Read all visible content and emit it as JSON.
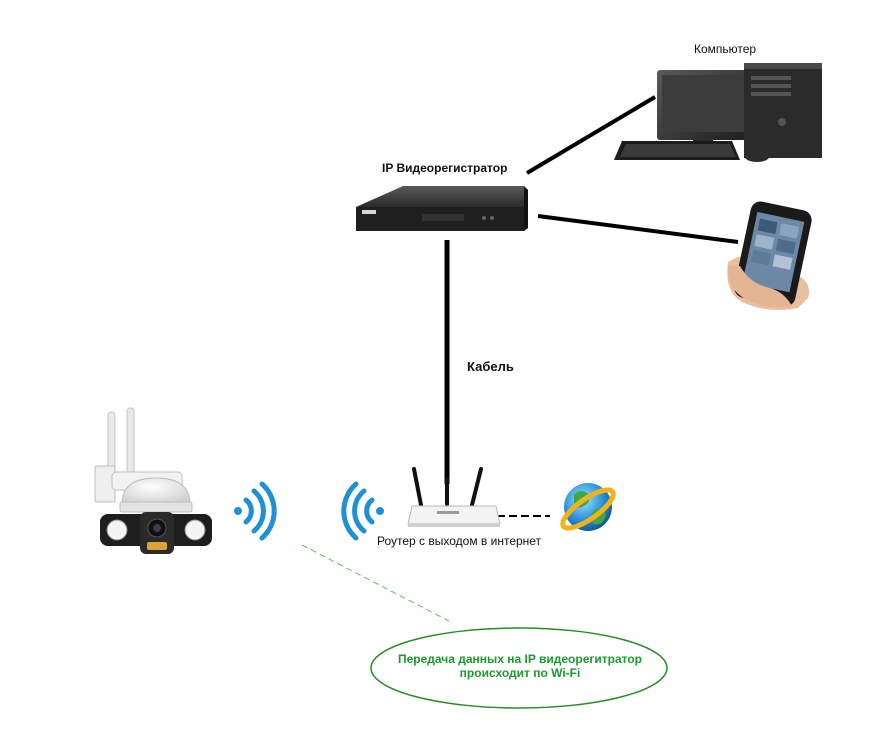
{
  "labels": {
    "computer": "Компьютер",
    "nvr": "IP Видеорегистратор",
    "cable": "Кабель",
    "router": "Роутер с выходом в интернет"
  },
  "note": {
    "line1": "Передача данных на IP видеорегитратор",
    "line2": "происходит по Wi-Fi"
  },
  "colors": {
    "line": "#000000",
    "wifi": "#1f8fd6",
    "note": "#1a9a2a",
    "note_border": "#2a8a2a"
  },
  "icons": [
    "computer-icon",
    "nvr-icon",
    "smartphone-icon",
    "router-icon",
    "globe-icon",
    "ip-camera-icon",
    "wifi-signal-icon"
  ]
}
